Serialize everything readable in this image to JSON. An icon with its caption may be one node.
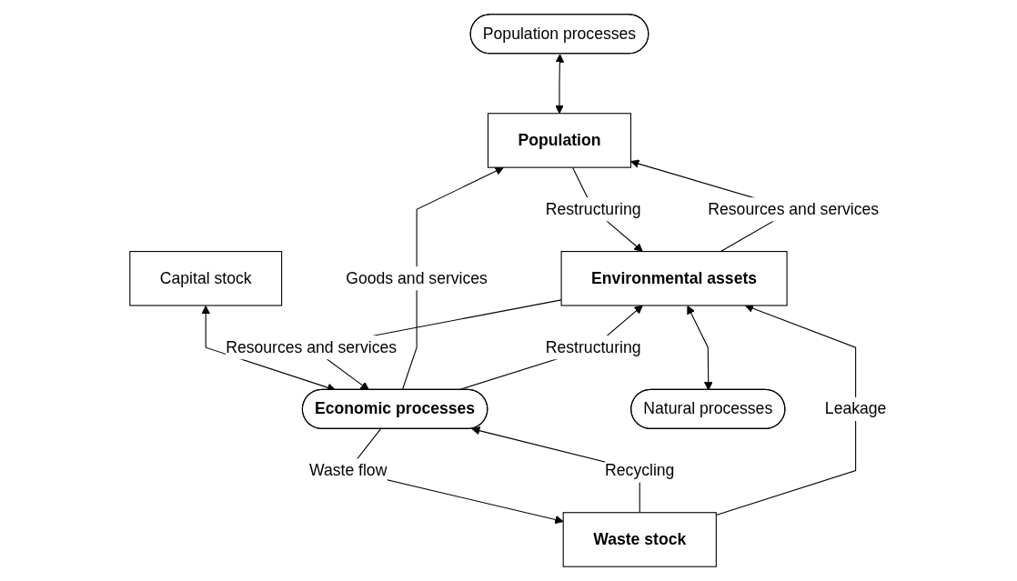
{
  "diagram": {
    "nodes": [
      {
        "text": [
          "Population processes"
        ]
      },
      {
        "text": [
          "Population"
        ]
      },
      {
        "text": [
          "Capital stock"
        ]
      },
      {
        "text": [
          "Economic processes"
        ]
      },
      {
        "text": [
          "Environmental assets"
        ]
      },
      {
        "text": [
          "Natural processes"
        ]
      },
      {
        "text": [
          "Waste stock"
        ]
      }
    ],
    "edges": [
      {
        "from": 0,
        "to": 1,
        "arrow": "both"
      },
      {
        "from": 3,
        "to": 1,
        "arrow": "to",
        "label": "Goods and services"
      },
      {
        "from": 4,
        "to": 1,
        "arrow": "to",
        "label": "Resources and services"
      },
      {
        "from": 1,
        "to": 4,
        "arrow": "to",
        "label": "Restructuring"
      },
      {
        "from": 2,
        "to": 3,
        "arrow": "both"
      },
      {
        "from": 3,
        "to": 4,
        "arrow": "to",
        "label": "Restructuring"
      },
      {
        "from": 4,
        "to": 3,
        "arrow": "to",
        "label": "Resources and services"
      },
      {
        "from": 4,
        "to": 5,
        "arrow": "both"
      },
      {
        "from": 3,
        "to": 6,
        "arrow": "to",
        "label": "Waste flow"
      },
      {
        "from": 6,
        "to": 3,
        "arrow": "to",
        "label": "Recycling"
      },
      {
        "from": 6,
        "to": 4,
        "arrow": "to",
        "label": "Leakage"
      }
    ]
  }
}
